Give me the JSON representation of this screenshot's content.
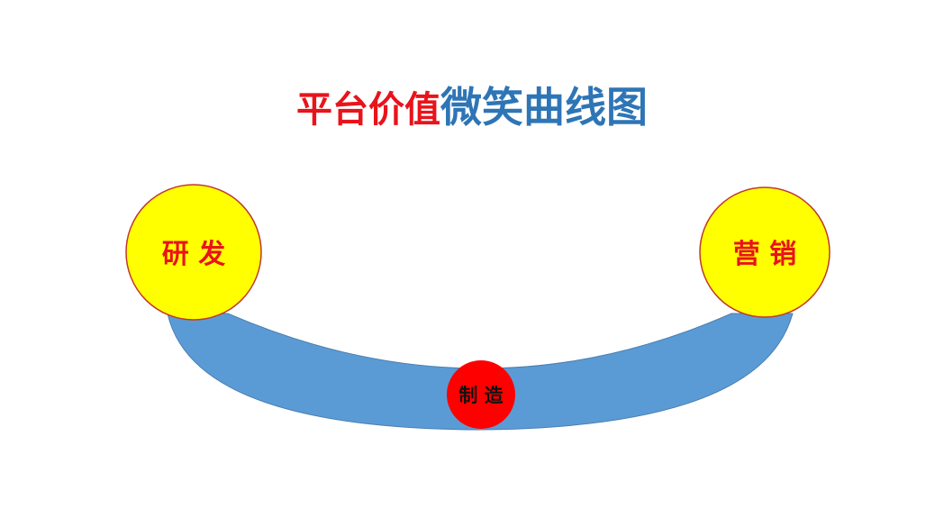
{
  "title": {
    "part1": "平台价值",
    "part2": "微笑曲线图"
  },
  "nodes": {
    "research": {
      "label": "研 发"
    },
    "manufacturing": {
      "label": "制 造"
    },
    "marketing": {
      "label": "营 销"
    }
  },
  "colors": {
    "title_part1": "#e8141b",
    "title_part2": "#2e75b6",
    "curve_fill": "#5b9bd5",
    "curve_stroke": "#4a7fb0",
    "end_circle_fill": "#ffff00",
    "end_circle_stroke": "#c0392b",
    "end_label": "#e8141b",
    "mid_circle_fill": "#ff0000",
    "mid_label": "#111111"
  }
}
